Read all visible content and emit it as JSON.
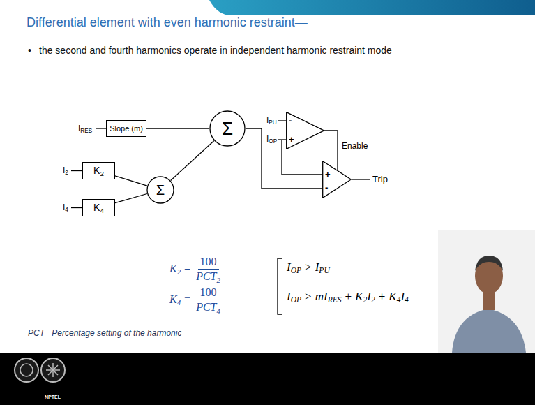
{
  "diagram": {
    "title": "Differential element with even harmonic restraint—",
    "nodes": [
      {
        "text": [
          "Slope (m)"
        ]
      },
      {
        "text": [
          "K",
          "2"
        ]
      },
      {
        "text": [
          "K",
          "4"
        ]
      },
      {
        "text": [
          "Σ"
        ]
      },
      {
        "text": [
          "Σ"
        ]
      },
      {
        "text": [
          "-",
          "+"
        ]
      },
      {
        "text": [
          "+",
          "-"
        ]
      }
    ],
    "edges": [
      {
        "from": 1,
        "to": 3,
        "arrow": "none"
      },
      {
        "from": 2,
        "to": 3,
        "arrow": "none"
      },
      {
        "from": 0,
        "to": 4,
        "arrow": "none"
      },
      {
        "from": 3,
        "to": 4,
        "arrow": "none"
      },
      {
        "from": 4,
        "to": 6,
        "arrow": "none"
      },
      {
        "from": 5,
        "to": 6,
        "arrow": "none"
      }
    ],
    "labels": [
      "•",
      "the second and fourth harmonics operate in independent harmonic restraint mode",
      "I",
      "RES",
      "I",
      "2",
      "I",
      "4",
      "I",
      "PU",
      "I",
      "OP",
      "Enable",
      "Trip",
      "K",
      "2",
      "=",
      "100",
      "PCT",
      "2",
      "K",
      "4",
      "=",
      "100",
      "PCT",
      "4",
      "I",
      "OP",
      ">",
      "I",
      "PU",
      "I",
      "OP",
      ">",
      "mI",
      "RES",
      "+",
      "K",
      "2",
      "I",
      "2",
      "+",
      "K",
      "4",
      "I",
      "4",
      "PCT= Percentage setting of the harmonic",
      "NPTEL"
    ]
  }
}
